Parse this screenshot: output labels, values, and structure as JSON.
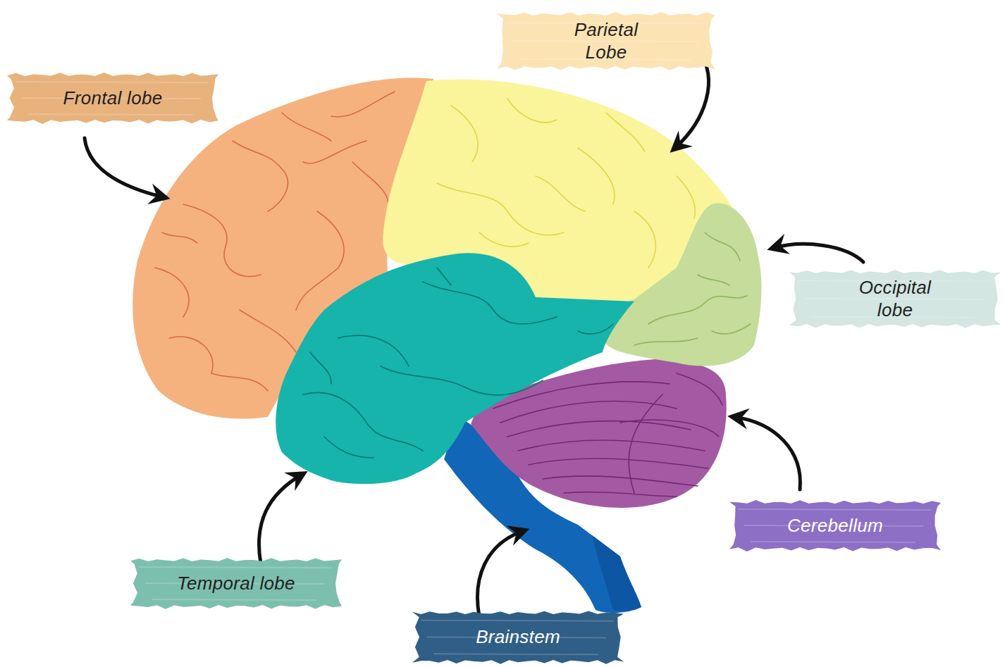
{
  "diagram": {
    "nodes": [
      {
        "text": [
          "Parietal Lobe"
        ]
      },
      {
        "text": [
          "Frontal lobe"
        ]
      },
      {
        "text": [
          "Occipital lobe"
        ]
      },
      {
        "text": [
          "Cerebellum"
        ]
      },
      {
        "text": [
          "Temporal lobe"
        ]
      },
      {
        "text": [
          "Brainstem"
        ]
      }
    ]
  }
}
